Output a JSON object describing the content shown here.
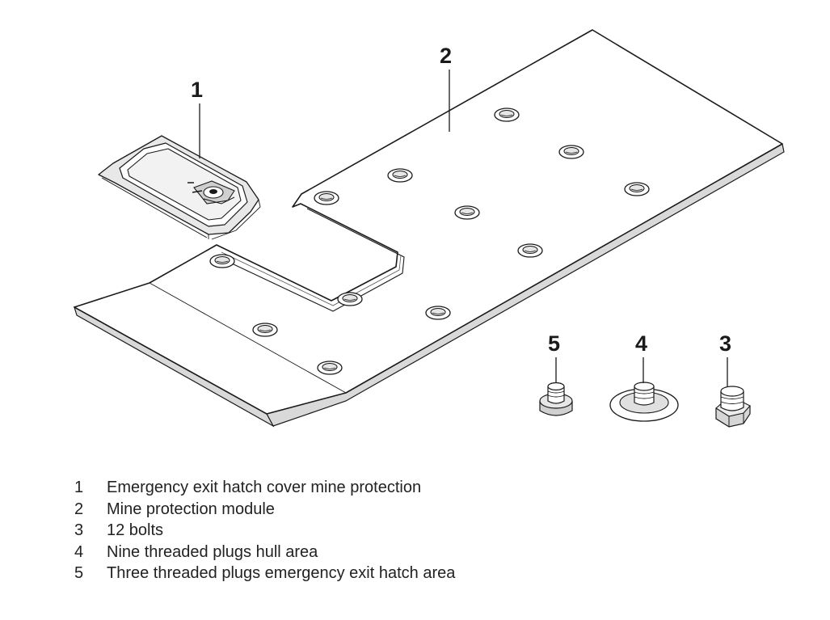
{
  "callouts": {
    "hatch_cover": "1",
    "module": "2",
    "bolts": "3",
    "hull_plugs": "4",
    "hatch_plugs": "5"
  },
  "legend": [
    {
      "number": "1",
      "description": "Emergency exit hatch cover mine protection"
    },
    {
      "number": "2",
      "description": "Mine protection module"
    },
    {
      "number": "3",
      "description": "12 bolts"
    },
    {
      "number": "4",
      "description": "Nine threaded plugs hull area"
    },
    {
      "number": "5",
      "description": "Three threaded plugs emergency exit hatch area"
    }
  ]
}
